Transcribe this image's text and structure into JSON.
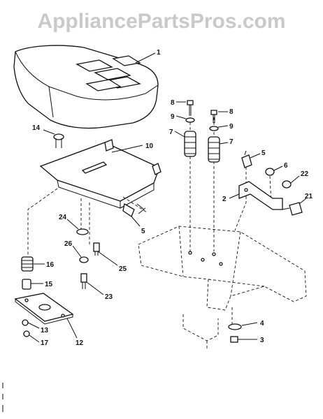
{
  "watermark": "AppliancePartsPros.com",
  "callouts": [
    {
      "id": "c1",
      "text": "1"
    },
    {
      "id": "c2",
      "text": "2"
    },
    {
      "id": "c3",
      "text": "3"
    },
    {
      "id": "c4",
      "text": "4"
    },
    {
      "id": "c5a",
      "text": "5"
    },
    {
      "id": "c5b",
      "text": "5"
    },
    {
      "id": "c6",
      "text": "6"
    },
    {
      "id": "c7a",
      "text": "7"
    },
    {
      "id": "c7b",
      "text": "7"
    },
    {
      "id": "c8a",
      "text": "8"
    },
    {
      "id": "c8b",
      "text": "8"
    },
    {
      "id": "c9a",
      "text": "9"
    },
    {
      "id": "c9b",
      "text": "9"
    },
    {
      "id": "c10",
      "text": "10"
    },
    {
      "id": "c12",
      "text": "12"
    },
    {
      "id": "c13",
      "text": "13"
    },
    {
      "id": "c14",
      "text": "14"
    },
    {
      "id": "c15",
      "text": "15"
    },
    {
      "id": "c16",
      "text": "16"
    },
    {
      "id": "c17",
      "text": "17"
    },
    {
      "id": "c21",
      "text": "21"
    },
    {
      "id": "c22",
      "text": "22"
    },
    {
      "id": "c23",
      "text": "23"
    },
    {
      "id": "c24",
      "text": "24"
    },
    {
      "id": "c25",
      "text": "25"
    },
    {
      "id": "c26",
      "text": "26"
    }
  ]
}
